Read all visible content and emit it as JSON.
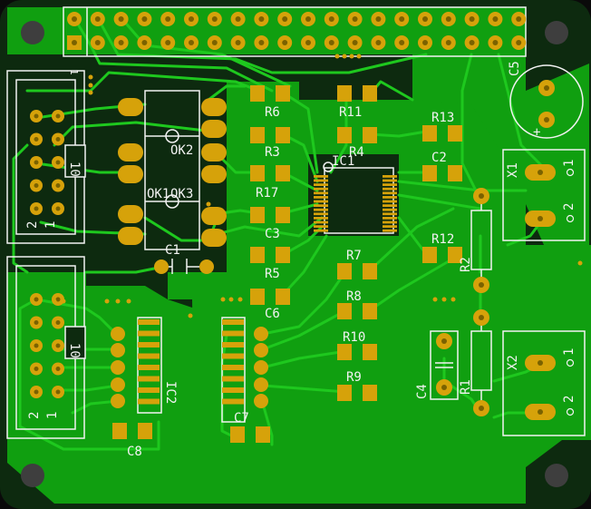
{
  "colors": {
    "substrate": "#0d2a0f",
    "copper": "#109f10",
    "copper_dark": "#087608",
    "trace": "#1ec81e",
    "pad": "#d6a20a",
    "pad_hole": "#7a6200",
    "silk": "#f2f2f2",
    "mount_hole": "#3e3e3e"
  },
  "pin_header": {
    "pin_label": "1"
  },
  "connectors": {
    "upper": {
      "label": "10",
      "pin1": "1",
      "pin2": "2"
    },
    "lower": {
      "label": "10",
      "pin1": "1",
      "pin2": "2"
    }
  },
  "components": {
    "ok1": "OK1",
    "ok2": "OK2",
    "ok3": "OK3",
    "c1": "C1",
    "c2": "C2",
    "c3": "C3",
    "c4": "C4",
    "c5": "C5",
    "c6": "C6",
    "c7": "C7",
    "c8": "C8",
    "r1": "R1",
    "r2": "R2",
    "r3": "R3",
    "r4": "R4",
    "r5": "R5",
    "r6": "R6",
    "r7": "R7",
    "r8": "R8",
    "r9": "R9",
    "r10": "R10",
    "r11": "R11",
    "r12": "R12",
    "r13": "R13",
    "r17": "R17",
    "ic1": "IC1",
    "ic2": "IC2",
    "x1": "X1",
    "x2": "X2"
  },
  "terminal_x1": {
    "pin1": "1",
    "pin2": "2"
  },
  "terminal_x2": {
    "pin1": "1",
    "pin2": "2"
  },
  "c5_polarity": "+"
}
